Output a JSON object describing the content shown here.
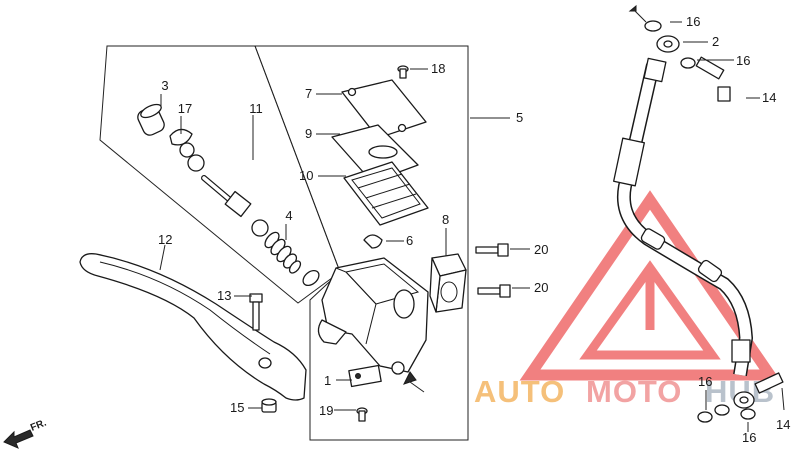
{
  "labels": {
    "l1": "1",
    "l2": "2",
    "l3": "3",
    "l4": "4",
    "l5": "5",
    "l6": "6",
    "l7": "7",
    "l8": "8",
    "l9": "9",
    "l10": "10",
    "l11": "11",
    "l12": "12",
    "l13": "13",
    "l14a": "14",
    "l14b": "14",
    "l15": "15",
    "l16a": "16",
    "l16b": "16",
    "l16c": "16",
    "l16d": "16",
    "l17": "17",
    "l18": "18",
    "l19": "19",
    "l20a": "20",
    "l20b": "20"
  },
  "direction_marker": "FR.",
  "watermark": {
    "part1": "AUTO",
    "part2": "MOTO",
    "part3": "HUB",
    "colors": {
      "auto": "#f5c07a",
      "moto": "#f2a3a3",
      "hub": "#b9c2cc",
      "triangle": "#ef6b6b"
    }
  }
}
